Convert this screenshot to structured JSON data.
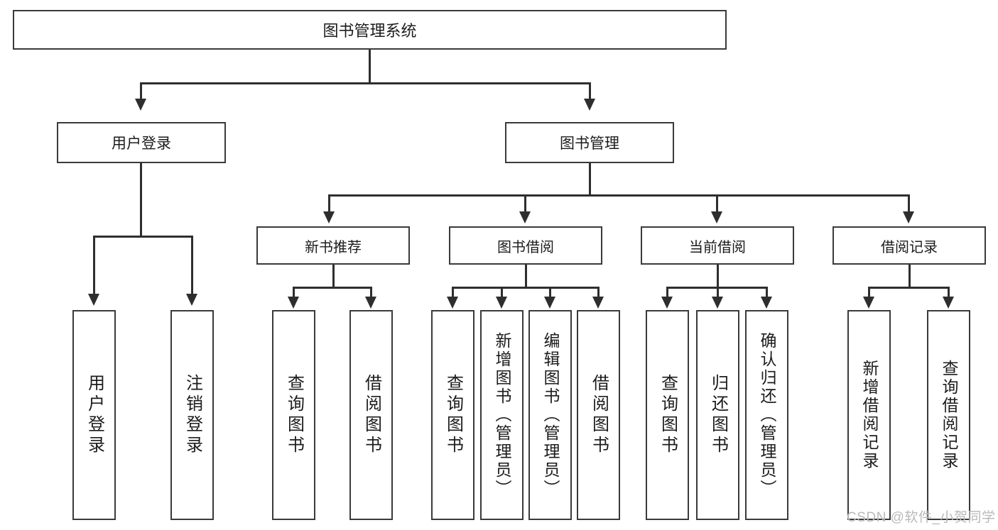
{
  "diagram": {
    "title_node": {
      "label": "图书管理系统"
    },
    "level1": [
      {
        "id": "user-login",
        "label": "用户登录"
      },
      {
        "id": "book-management",
        "label": "图书管理"
      }
    ],
    "level2": [
      {
        "id": "new-book-recommend",
        "label": "新书推荐"
      },
      {
        "id": "book-borrow",
        "label": "图书借阅"
      },
      {
        "id": "current-borrow",
        "label": "当前借阅"
      },
      {
        "id": "borrow-record",
        "label": "借阅记录"
      }
    ],
    "leaves": {
      "user_login": [
        {
          "id": "leaf-user-login",
          "label": "用户登录"
        },
        {
          "id": "leaf-user-logout",
          "label": "注销登录"
        }
      ],
      "new_book_recommend": [
        {
          "id": "leaf-query-book-1",
          "label": "查询图书"
        },
        {
          "id": "leaf-borrow-book-1",
          "label": "借阅图书"
        }
      ],
      "book_borrow": [
        {
          "id": "leaf-query-book-2",
          "label": "查询图书"
        },
        {
          "id": "leaf-add-book",
          "label": "新增图书（管理员）"
        },
        {
          "id": "leaf-edit-book",
          "label": "编辑图书（管理员）"
        },
        {
          "id": "leaf-borrow-book-2",
          "label": "借阅图书"
        }
      ],
      "current_borrow": [
        {
          "id": "leaf-query-book-3",
          "label": "查询图书"
        },
        {
          "id": "leaf-return-book",
          "label": "归还图书"
        },
        {
          "id": "leaf-confirm-return",
          "label": "确认归还（管理员）"
        }
      ],
      "borrow_record": [
        {
          "id": "leaf-add-record",
          "label": "新增借阅记录"
        },
        {
          "id": "leaf-query-record",
          "label": "查询借阅记录"
        }
      ]
    }
  },
  "watermark": {
    "text": "CSDN @软件_小贺同学"
  },
  "colors": {
    "stroke": "#3a3a3a",
    "connector": "#2e2e2e",
    "text": "#1c1c1c",
    "background": "#ffffff",
    "watermark": "#b9b9b9"
  }
}
